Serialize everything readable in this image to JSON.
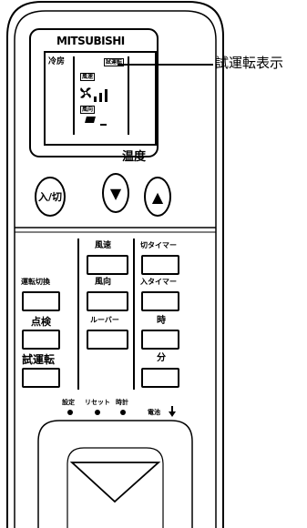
{
  "brand": "MITSUBISHI",
  "callout": {
    "label": "試運転表示"
  },
  "display": {
    "mode": "冷房",
    "test_run_badge": "試運転",
    "fan_badge": "風速",
    "vane_badge": "風向",
    "temperature_label": "温度"
  },
  "controls": {
    "power_button": "入/切",
    "temp_down_symbol": "▼",
    "temp_up_symbol": "▲"
  },
  "buttons": {
    "fan_speed": "風速",
    "off_timer": "切タイマー",
    "mode_select": "運転切換",
    "vane": "風向",
    "on_timer": "入タイマー",
    "check": "点検",
    "louver": "ルーバー",
    "hour": "時",
    "test_run": "試運転",
    "minute": "分"
  },
  "pinholes": {
    "set": "設定",
    "reset": "リセット",
    "clock": "時計",
    "battery": "電池"
  }
}
